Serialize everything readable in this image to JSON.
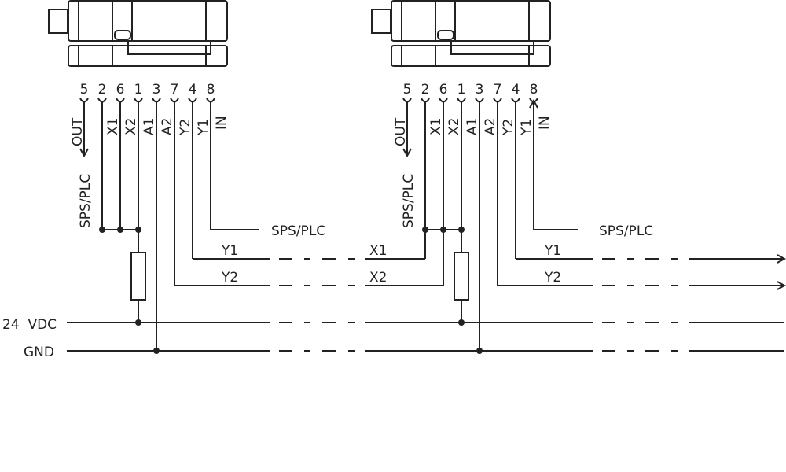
{
  "devices": [
    {
      "pins": [
        "5",
        "2",
        "6",
        "1",
        "3",
        "7",
        "4",
        "8"
      ],
      "pin_labels": [
        "OUT",
        "X1",
        "X2",
        "A1",
        "A2",
        "Y2",
        "Y1",
        "IN"
      ],
      "side_label": "SPS/PLC",
      "plc_label": "SPS/PLC",
      "out_labels": [
        "Y1",
        "Y2"
      ]
    },
    {
      "pins": [
        "5",
        "2",
        "6",
        "1",
        "3",
        "7",
        "4",
        "8"
      ],
      "pin_labels": [
        "OUT",
        "X1",
        "X2",
        "A1",
        "A2",
        "Y2",
        "Y1",
        "IN"
      ],
      "side_label": "SPS/PLC",
      "plc_label": "SPS/PLC",
      "in_labels": [
        "X1",
        "X2"
      ],
      "out_labels": [
        "Y1",
        "Y2"
      ]
    }
  ],
  "rails": {
    "supply": "24  VDC",
    "ground": "GND"
  },
  "colors": {
    "line": "#222222",
    "background": "#ffffff"
  }
}
